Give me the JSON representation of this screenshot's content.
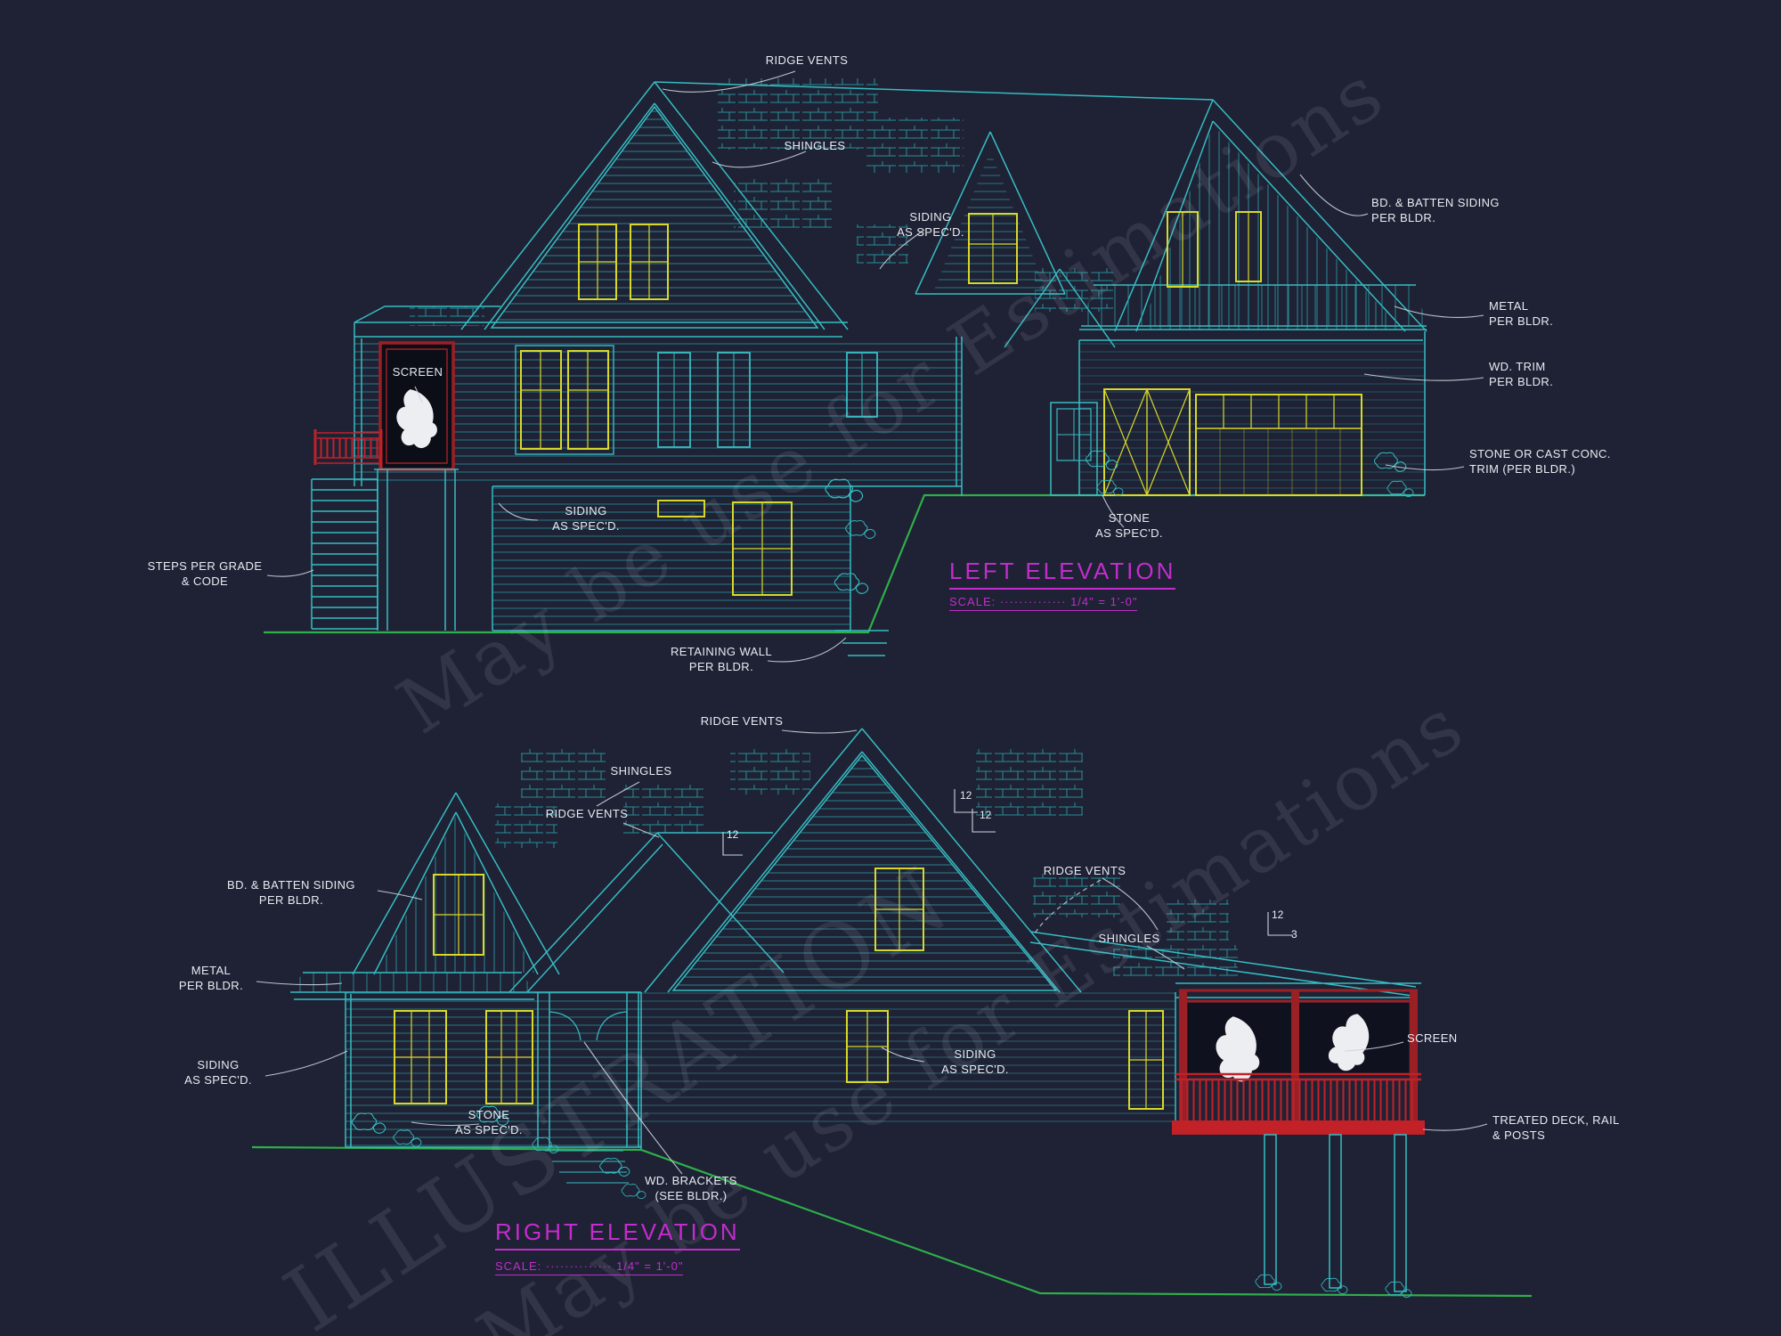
{
  "drawing": {
    "background": "#1e2234",
    "line_color": "#36bcc2",
    "window_color": "#d8d82a",
    "accent_red": "#9b2026",
    "rail_red": "#c22128",
    "ground_green": "#2fae4a",
    "title_magenta": "#c32ccd",
    "label_color": "#e9ebf2"
  },
  "watermark": {
    "line1": "May be use for Estimations",
    "line2": "ILLUSTRATION",
    "line3": "May be use for Estimations"
  },
  "left_elevation": {
    "title": "LEFT ELEVATION",
    "scale": "SCALE: ·············· 1/4\" = 1'-0\"",
    "labels": {
      "ridge_vents": "RIDGE VENTS",
      "shingles": "SHINGLES",
      "siding_gable": "SIDING\nAS SPEC'D.",
      "board_batten": "BD. & BATTEN SIDING\nPER BLDR.",
      "metal": "METAL\nPER BLDR.",
      "wood_trim": "WD. TRIM\nPER BLDR.",
      "stone_trim": "STONE OR CAST CONC.\nTRIM (PER BLDR.)",
      "screen": "SCREEN",
      "siding_main": "SIDING\nAS SPEC'D.",
      "stone": "STONE\nAS SPEC'D.",
      "steps": "STEPS PER GRADE\n& CODE",
      "retaining_wall": "RETAINING WALL\nPER BLDR."
    }
  },
  "right_elevation": {
    "title": "RIGHT ELEVATION",
    "scale": "SCALE: ·············· 1/4\" = 1'-0\"",
    "labels": {
      "ridge_vents_main": "RIDGE VENTS",
      "shingles_left": "SHINGLES",
      "ridge_vents_left": "RIDGE VENTS",
      "board_batten": "BD. & BATTEN SIDING\nPER BLDR.",
      "ridge_vents_right": "RIDGE VENTS",
      "shingles_right": "SHINGLES",
      "metal": "METAL\nPER BLDR.",
      "siding_left": "SIDING\nAS SPEC'D.",
      "siding_center": "SIDING\nAS SPEC'D.",
      "stone": "STONE\nAS SPEC'D.",
      "screen": "SCREEN",
      "treated_deck": "TREATED DECK, RAIL\n& POSTS",
      "wood_brackets": "WD. BRACKETS\n(SEE BLDR.)"
    },
    "pitch": {
      "a_rise": "12",
      "a_run": "12",
      "b": "12",
      "c_rise": "12",
      "c_run": "3"
    }
  }
}
